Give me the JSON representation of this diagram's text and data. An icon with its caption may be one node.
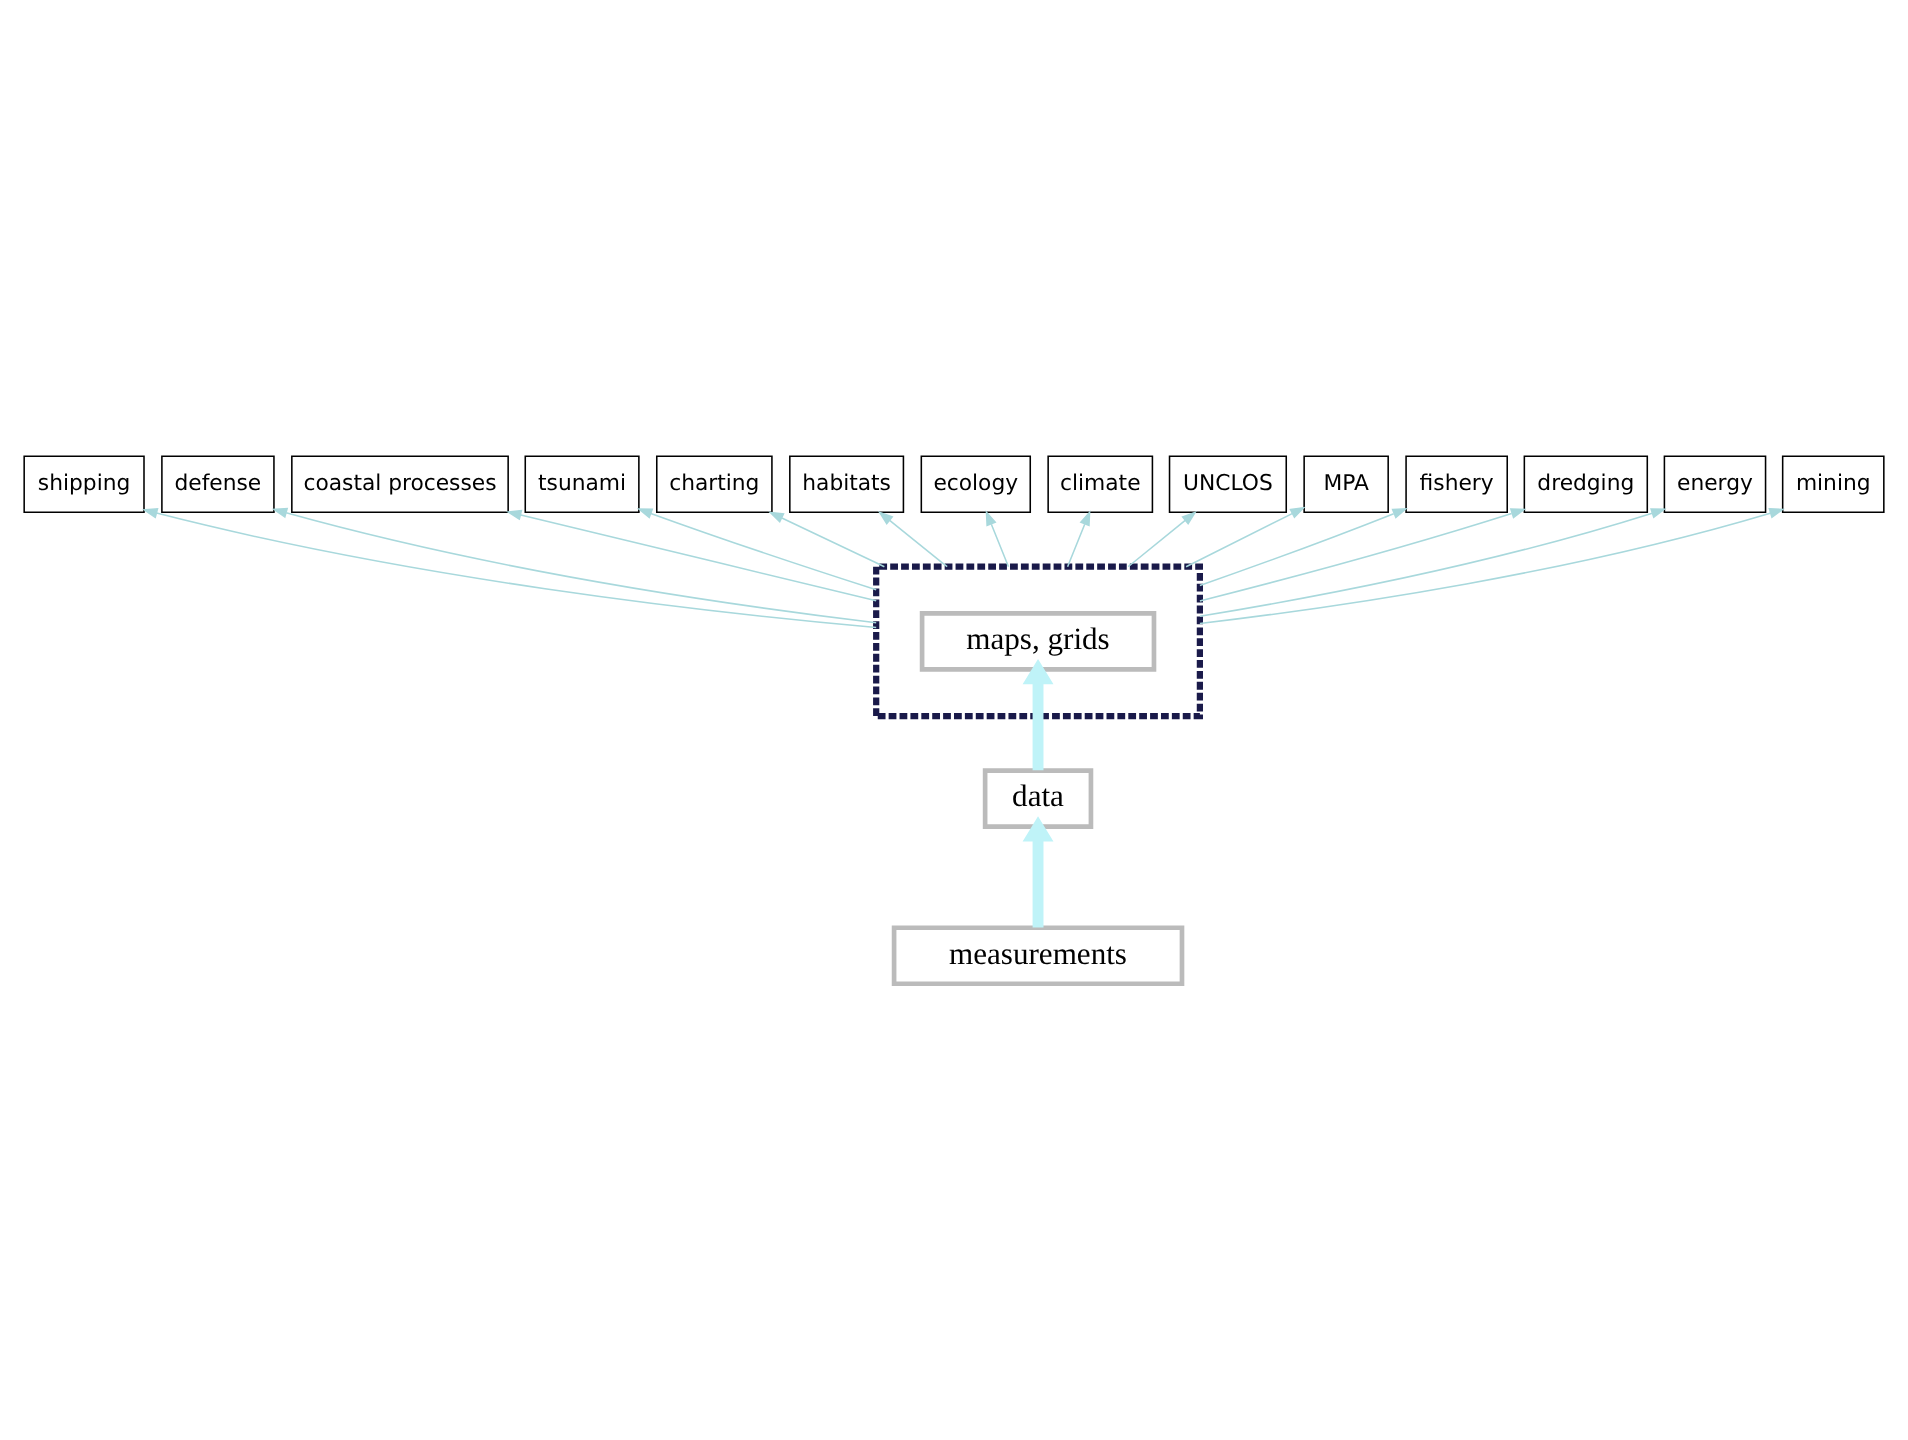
{
  "diagram": {
    "nodes": [
      {
        "text": [],
        "shape": "box"
      },
      {
        "text": [
          "maps, grids"
        ],
        "in": 0
      },
      {
        "text": [
          "data"
        ]
      },
      {
        "text": [
          "measurements"
        ]
      },
      {
        "text": [
          "shipping"
        ]
      },
      {
        "text": [
          "defense"
        ]
      },
      {
        "text": [
          "coastal processes"
        ]
      },
      {
        "text": [
          "tsunami"
        ]
      },
      {
        "text": [
          "charting"
        ]
      },
      {
        "text": [
          "habitats"
        ]
      },
      {
        "text": [
          "ecology"
        ]
      },
      {
        "text": [
          "climate"
        ]
      },
      {
        "text": [
          "UNCLOS"
        ]
      },
      {
        "text": [
          "MPA"
        ]
      },
      {
        "text": [
          "fishery"
        ]
      },
      {
        "text": [
          "dredging"
        ]
      },
      {
        "text": [
          "energy"
        ]
      },
      {
        "text": [
          "mining"
        ]
      }
    ],
    "edges": [
      {
        "from": 3,
        "to": 2,
        "arrow": "to",
        "style": "thick",
        "color": "#bff3f8"
      },
      {
        "from": 2,
        "to": 1,
        "arrow": "to",
        "style": "thick",
        "color": "#bff3f8"
      },
      {
        "from": 0,
        "to": 16,
        "arrow": "to"
      },
      {
        "from": 0,
        "to": 14,
        "arrow": "to"
      },
      {
        "from": 0,
        "to": 8,
        "arrow": "to"
      },
      {
        "from": 0,
        "to": 11,
        "arrow": "to"
      },
      {
        "from": 0,
        "to": 6,
        "arrow": "to"
      },
      {
        "from": 0,
        "to": 4,
        "arrow": "to"
      },
      {
        "from": 0,
        "to": 9,
        "arrow": "to"
      },
      {
        "from": 0,
        "to": 5,
        "arrow": "to"
      },
      {
        "from": 0,
        "to": 10,
        "arrow": "to"
      },
      {
        "from": 0,
        "to": 7,
        "arrow": "to"
      },
      {
        "from": 0,
        "to": 12,
        "arrow": "to"
      },
      {
        "from": 0,
        "to": 13,
        "arrow": "to"
      },
      {
        "from": 0,
        "to": 15,
        "arrow": "to"
      },
      {
        "from": 0,
        "to": 17,
        "arrow": "to"
      }
    ]
  }
}
